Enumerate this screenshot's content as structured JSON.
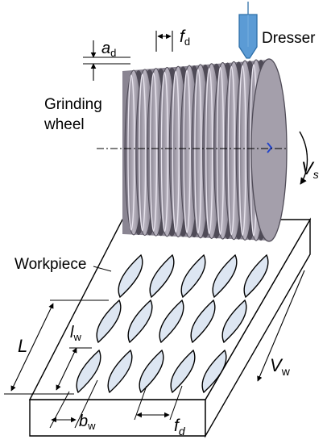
{
  "labels": {
    "dresser": "Dresser",
    "grinding_wheel_line1": "Grinding",
    "grinding_wheel_line2": "wheel",
    "workpiece": "Workpiece"
  },
  "symbols": {
    "ad": "a",
    "ad_sub": "d",
    "fd_top": "f",
    "fd_top_sub": "d",
    "vs": "V",
    "vs_sub": "s",
    "vw": "V",
    "vw_sub": "w",
    "l": "L",
    "lw": "l",
    "lw_sub": "w",
    "bw": "b",
    "bw_sub": "w",
    "fd_bottom": "f",
    "fd_bottom_sub": "d"
  },
  "colors": {
    "wheel_fill": "#8a8592",
    "wheel_end": "#a49fab",
    "wheel_dark": "#4f4b57",
    "dresser_fill": "#5b9bd5",
    "dresser_stroke": "#2e6fa8",
    "dimple_fill": "#dde6f2",
    "line": "#000000"
  }
}
